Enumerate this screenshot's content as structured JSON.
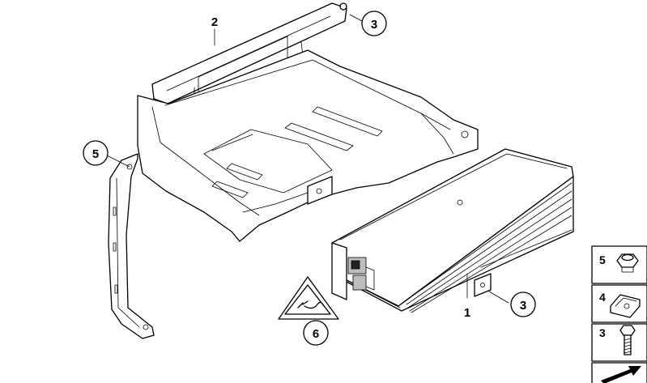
{
  "callouts": {
    "bracket": "2",
    "amp": "1",
    "screw_top": "3",
    "nut_left": "5",
    "screw_amp": "3",
    "warning": "6"
  },
  "legend": [
    {
      "number": "5",
      "icon": "hex-nut-icon"
    },
    {
      "number": "4",
      "icon": "clip-nut-icon"
    },
    {
      "number": "3",
      "icon": "hex-bolt-icon"
    }
  ],
  "legend_arrow_icon": "arrow-up-right-icon"
}
